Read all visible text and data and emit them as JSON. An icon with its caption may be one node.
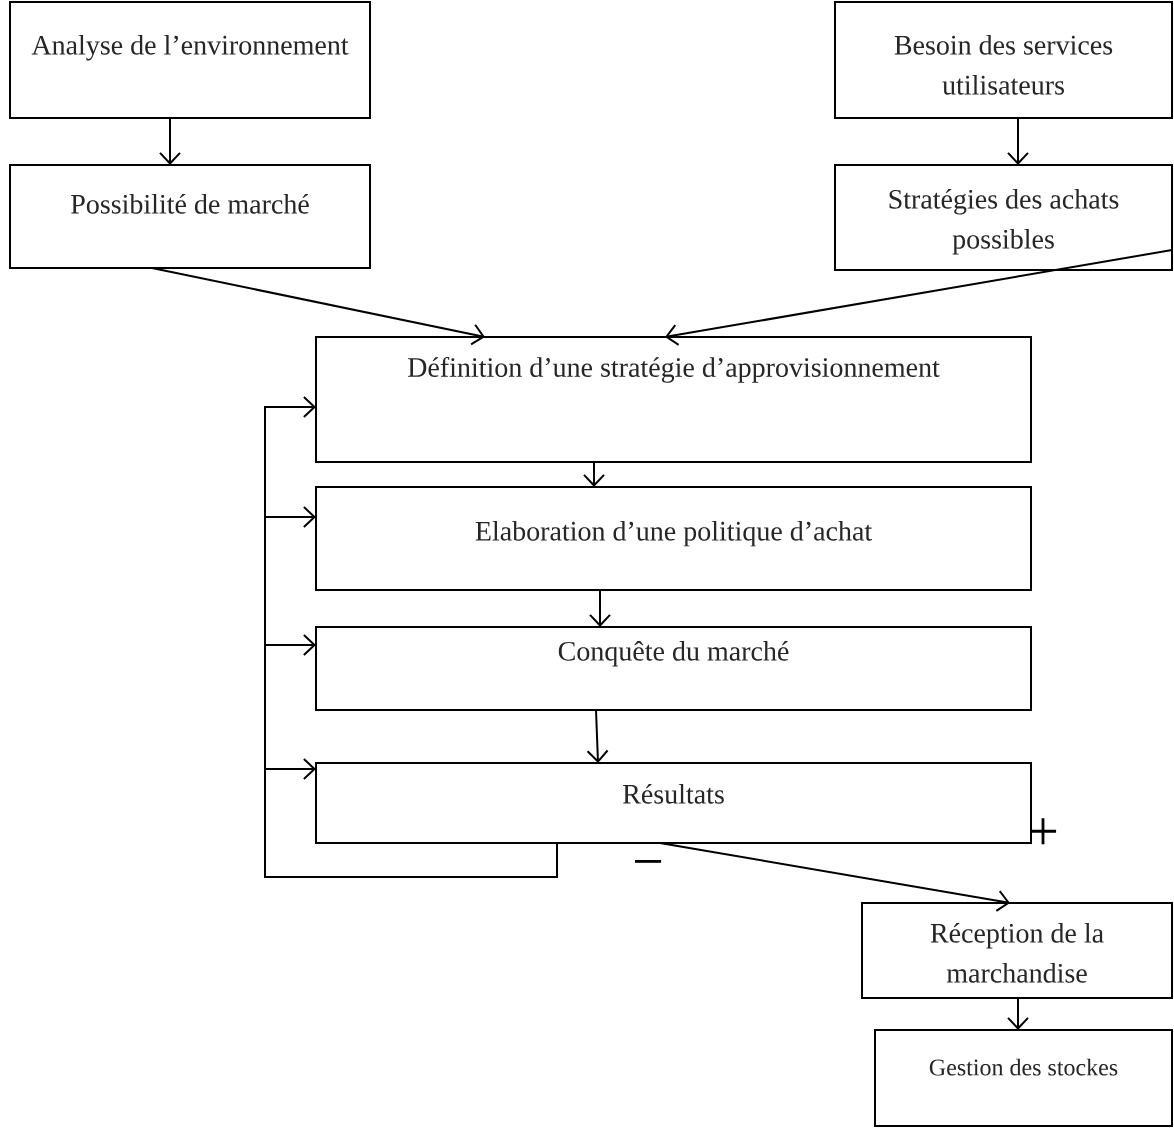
{
  "diagram": {
    "nodes": [
      {
        "text": [
          "Analyse de l’environnement"
        ]
      },
      {
        "text": [
          "Possibilité de marché"
        ]
      },
      {
        "text": [
          "Besoin des services utilisateurs"
        ]
      },
      {
        "text": [
          "Stratégies des achats possibles"
        ]
      },
      {
        "text": [
          "Définition d’une stratégie d’approvisionnement"
        ]
      },
      {
        "text": [
          "Elaboration d’une politique d’achat"
        ]
      },
      {
        "text": [
          "Conquête du marché"
        ]
      },
      {
        "text": [
          "Résultats"
        ]
      },
      {
        "text": [
          "Réception de la marchandise"
        ]
      },
      {
        "text": [
          "Gestion des stockes"
        ]
      }
    ],
    "edges": [
      {
        "from": 0,
        "to": 1,
        "arrow": "to"
      },
      {
        "from": 2,
        "to": 3,
        "arrow": "to"
      },
      {
        "from": 1,
        "to": 4,
        "arrow": "to"
      },
      {
        "from": 3,
        "to": 4,
        "arrow": "to"
      },
      {
        "from": 4,
        "to": 5,
        "arrow": "to"
      },
      {
        "from": 5,
        "to": 6,
        "arrow": "to"
      },
      {
        "from": 6,
        "to": 7,
        "arrow": "to"
      },
      {
        "from": 7,
        "to": 8,
        "arrow": "to"
      },
      {
        "from": 8,
        "to": 9,
        "arrow": "to"
      },
      {
        "from": 7,
        "to": 4,
        "arrow": "to"
      },
      {
        "from": 7,
        "to": 5,
        "arrow": "to"
      },
      {
        "from": 7,
        "to": 6,
        "arrow": "to"
      },
      {
        "from": 7,
        "to": 7,
        "arrow": "to"
      }
    ],
    "labels": [
      "+",
      "−"
    ]
  }
}
